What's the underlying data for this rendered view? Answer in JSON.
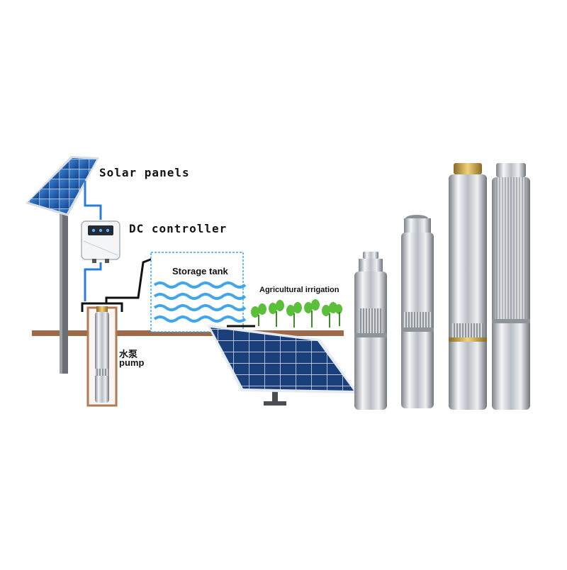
{
  "labels": {
    "solar_panels": "Solar panels",
    "dc_controller": "DC controller",
    "storage_tank": "Storage tank",
    "agricultural_irrigation": "Agricultural irrigation",
    "pump_cn": "水泵",
    "pump_en": "pump"
  },
  "colors": {
    "ground": "#9a6a4a",
    "pipe": "#2a7fd4",
    "water": "#3fa6ee",
    "panel": "#1e5fae",
    "steel": "#c9ccd0",
    "brass": "#c9a24a",
    "plant": "#5bbf3a"
  }
}
